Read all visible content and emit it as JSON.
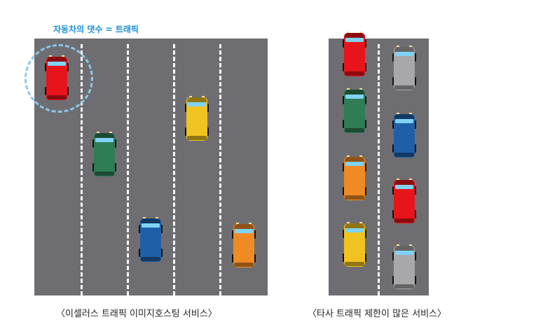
{
  "callout": {
    "label": "자동차의 댓수 = 트래픽"
  },
  "panels": [
    {
      "caption": "〈이셀러스  트래픽 이미지호스팅 서비스〉"
    },
    {
      "caption": "〈타사 트래픽 제한이 많은 서비스〉"
    }
  ],
  "colors": {
    "road": "#6e6e72",
    "lane_line": "#ffffff",
    "highlight": "#8cc8ec",
    "callout_text": "#1a8fd6",
    "car_red": "#e8141b",
    "car_green": "#2e7d55",
    "car_yellow": "#f0c320",
    "car_blue": "#1f5fa8",
    "car_orange": "#f08a24",
    "car_gray": "#a8a8aa"
  },
  "cars": {
    "left": [
      "car_red",
      "car_green",
      "car_yellow",
      "car_blue",
      "car_orange"
    ],
    "right": [
      "car_red",
      "car_gray",
      "car_green",
      "car_blue",
      "car_orange",
      "car_red",
      "car_yellow",
      "car_gray"
    ]
  }
}
